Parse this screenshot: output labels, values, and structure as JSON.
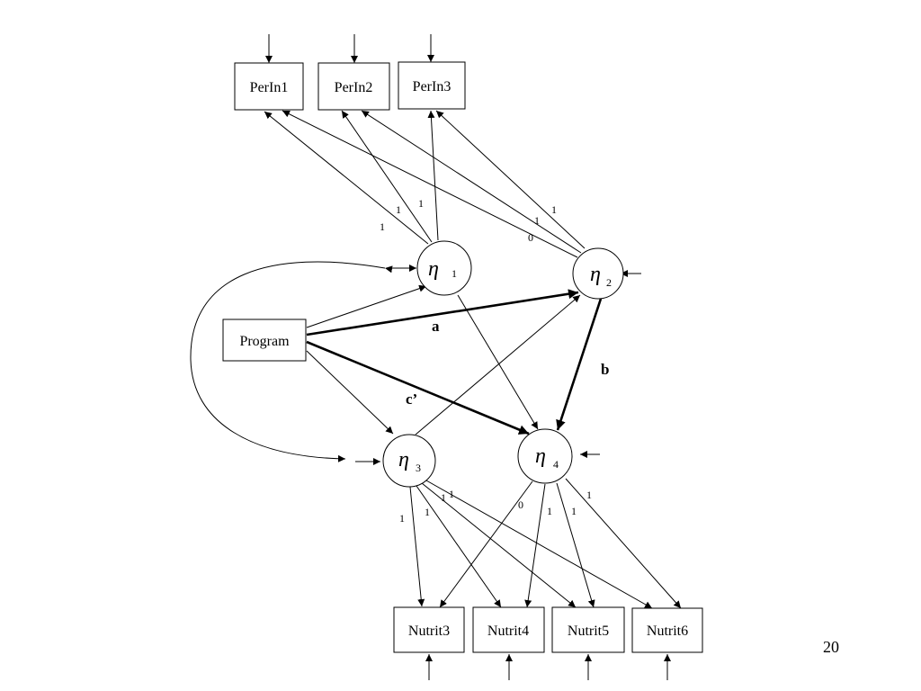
{
  "boxes": {
    "perin1": "PerIn1",
    "perin2": "PerIn2",
    "perin3": "PerIn3",
    "program": "Program",
    "nutrit3": "Nutrit3",
    "nutrit4": "Nutrit4",
    "nutrit5": "Nutrit5",
    "nutrit6": "Nutrit6"
  },
  "latents": {
    "symbol": "η",
    "eta1_sub": "1",
    "eta2_sub": "2",
    "eta3_sub": "3",
    "eta4_sub": "4"
  },
  "path_labels": {
    "a": "a",
    "b": "b",
    "c_prime": "c’"
  },
  "loadings": {
    "eta1_perin1": "1",
    "eta1_perin2": "1",
    "eta1_perin3": "1",
    "eta2_perin1": "0",
    "eta2_perin2": "1",
    "eta2_perin3": "1",
    "eta3_nutrit3": "1",
    "eta3_nutrit4": "1",
    "eta3_nutrit5": "1",
    "eta3_nutrit6": "1",
    "eta4_nutrit3": "0",
    "eta4_nutrit4": "1",
    "eta4_nutrit5": "1",
    "eta4_nutrit6": "1"
  },
  "page_number": "20"
}
